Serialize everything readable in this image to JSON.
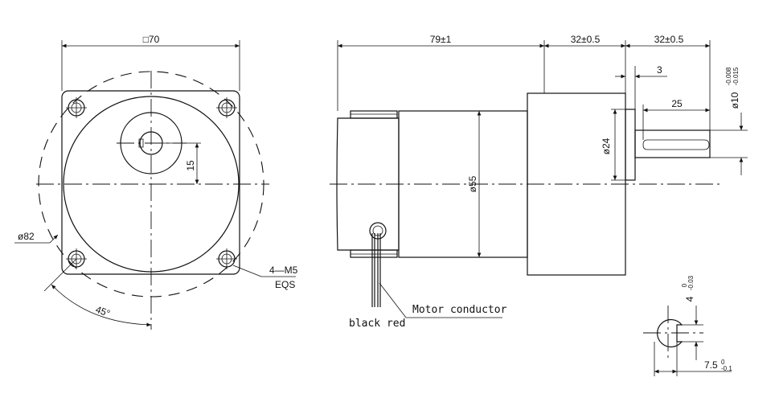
{
  "front_view": {
    "width_dim": "□70",
    "offset_dim": "15",
    "bolt_circle_dim": "ø82",
    "holes_label": "4—M5",
    "holes_sub": "EQS",
    "angle_dim": "45°"
  },
  "side_view": {
    "length_dim": "79±1",
    "flange_dim": "32±0.5",
    "shaft_dim": "32±0.5",
    "shoulder_dim": "3",
    "key_len_dim": "25",
    "pilot_dim": "ø24",
    "body_dim": "ø55",
    "shaft_dia_main": "ø10",
    "shaft_dia_tol_upper": "-0.008",
    "shaft_dia_tol_lower": "-0.015",
    "wire_colors": "black red",
    "wire_label": "Motor conductor"
  },
  "section_view": {
    "flat_dim_main": "4",
    "flat_dim_tol_upper": "0",
    "flat_dim_tol_lower": "-0.03",
    "depth_dim_main": "7.5",
    "depth_dim_tol_upper": "0",
    "depth_dim_tol_lower": "-0.1"
  }
}
